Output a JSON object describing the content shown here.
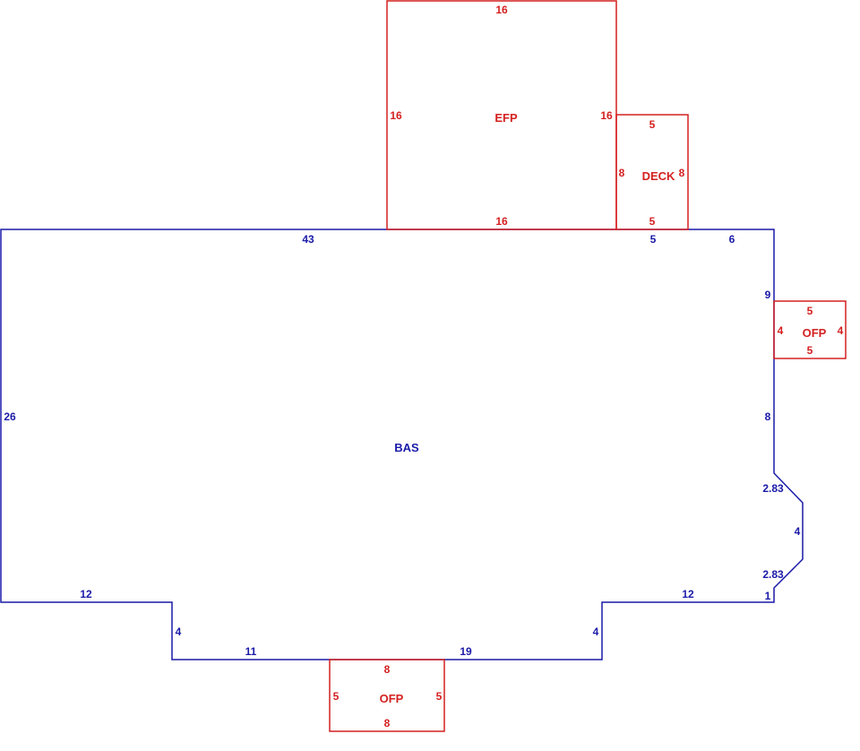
{
  "colors": {
    "bas": "#1a1aa8",
    "addition": "#d42020",
    "background": "#ffffff"
  },
  "areas": {
    "bas": {
      "label": "BAS",
      "dims": {
        "top_main": "43",
        "top_under_deck": "5",
        "top_right": "6",
        "right_upper": "9",
        "right_middle": "8",
        "chamfer_upper": "2.83",
        "right_lower": "4",
        "chamfer_lower": "2.83",
        "right_bottom": "1",
        "bottom_right": "12",
        "step_right": "4",
        "bottom_middle": "19",
        "bottom_left_inner": "11",
        "step_left": "4",
        "bottom_left": "12",
        "left": "26"
      }
    },
    "efp": {
      "label": "EFP",
      "dims": {
        "top": "16",
        "left": "16",
        "right": "16",
        "bottom": "16"
      }
    },
    "deck": {
      "label": "DECK",
      "dims": {
        "top": "5",
        "left": "8",
        "right": "8",
        "bottom": "5"
      }
    },
    "ofp_right": {
      "label": "OFP",
      "dims": {
        "top": "5",
        "left": "4",
        "right": "4",
        "bottom": "5"
      }
    },
    "ofp_bottom": {
      "label": "OFP",
      "dims": {
        "top": "8",
        "left": "5",
        "right": "5",
        "bottom": "8"
      }
    }
  }
}
